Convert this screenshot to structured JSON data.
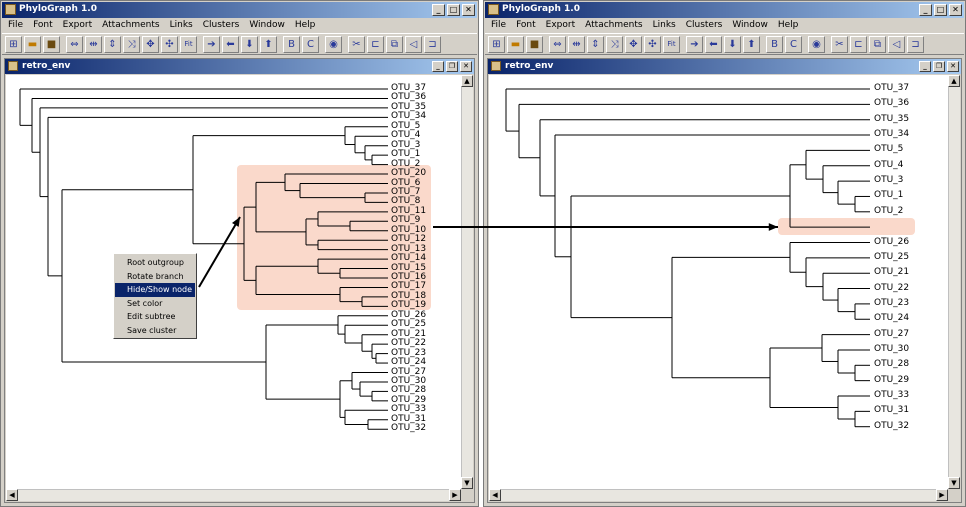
{
  "window_left": {
    "title": "PhyloGraph 1.0",
    "inner_title": "retro_env"
  },
  "window_right": {
    "title": "PhyloGraph 1.0",
    "inner_title": "retro_env"
  },
  "window_buttons": {
    "minimize": "_",
    "maximize": "□",
    "close": "✕"
  },
  "inner_buttons": {
    "minimize": "_",
    "restore": "❐",
    "close": "✕"
  },
  "menu": [
    "File",
    "Font",
    "Export",
    "Attachments",
    "Links",
    "Clusters",
    "Window",
    "Help"
  ],
  "toolbar_icons": [
    {
      "name": "new-tree-icon",
      "glyph": "⊞"
    },
    {
      "name": "open-folder-icon",
      "glyph": "▬"
    },
    {
      "name": "save-icon",
      "glyph": "■"
    },
    {
      "name": "expand-horizontal-icon",
      "glyph": "⇔"
    },
    {
      "name": "collapse-horizontal-icon",
      "glyph": "⇹"
    },
    {
      "name": "expand-vertical-icon",
      "glyph": "⇕"
    },
    {
      "name": "collapse-vertical-icon",
      "glyph": "⤨"
    },
    {
      "name": "expand-all-icon",
      "glyph": "✥"
    },
    {
      "name": "collapse-all-icon",
      "glyph": "✣"
    },
    {
      "name": "fit-icon",
      "glyph": "Fit"
    },
    {
      "name": "arrow-right-icon",
      "glyph": "➔"
    },
    {
      "name": "arrow-left-icon",
      "glyph": "⬅"
    },
    {
      "name": "arrow-down-icon",
      "glyph": "⬇"
    },
    {
      "name": "arrow-up-icon",
      "glyph": "⬆"
    },
    {
      "name": "label-b-icon",
      "glyph": "B"
    },
    {
      "name": "label-c-icon",
      "glyph": "C"
    },
    {
      "name": "globe-icon",
      "glyph": "◉"
    },
    {
      "name": "cut-icon",
      "glyph": "✂"
    },
    {
      "name": "tree-left-icon",
      "glyph": "⊏"
    },
    {
      "name": "tree-box-icon",
      "glyph": "⧉"
    },
    {
      "name": "tree-triangle-icon",
      "glyph": "◁"
    },
    {
      "name": "tree-right-icon",
      "glyph": "⊐"
    }
  ],
  "context_menu": {
    "items": [
      "Root outgroup",
      "Rotate branch",
      "Hide/Show node",
      "Set color",
      "Edit subtree",
      "Save cluster"
    ],
    "selected_index": 2
  },
  "tree_left": {
    "leaves": [
      "OTU_37",
      "OTU_36",
      "OTU_35",
      "OTU_34",
      "OTU_5",
      "OTU_4",
      "OTU_3",
      "OTU_1",
      "OTU_2",
      "OTU_20",
      "OTU_6",
      "OTU_7",
      "OTU_8",
      "OTU_11",
      "OTU_9",
      "OTU_10",
      "OTU_12",
      "OTU_13",
      "OTU_14",
      "OTU_15",
      "OTU_16",
      "OTU_17",
      "OTU_18",
      "OTU_19",
      "OTU_26",
      "OTU_25",
      "OTU_21",
      "OTU_22",
      "OTU_23",
      "OTU_24",
      "OTU_27",
      "OTU_30",
      "OTU_28",
      "OTU_29",
      "OTU_33",
      "OTU_31",
      "OTU_32"
    ],
    "highlight_color": "#fad9cb"
  },
  "tree_right": {
    "leaves": [
      "OTU_37",
      "OTU_36",
      "OTU_35",
      "OTU_34",
      "OTU_5",
      "OTU_4",
      "OTU_3",
      "OTU_1",
      "OTU_2",
      "",
      "OTU_26",
      "OTU_25",
      "OTU_21",
      "OTU_22",
      "OTU_23",
      "OTU_24",
      "OTU_27",
      "OTU_30",
      "OTU_28",
      "OTU_29",
      "OTU_33",
      "OTU_31",
      "OTU_32"
    ],
    "highlight_color": "#fad9cb"
  },
  "colors": {
    "title_dark": "#0a246a",
    "title_light": "#a6caf0",
    "chrome": "#d4d0c8",
    "selection": "#0a246a"
  }
}
